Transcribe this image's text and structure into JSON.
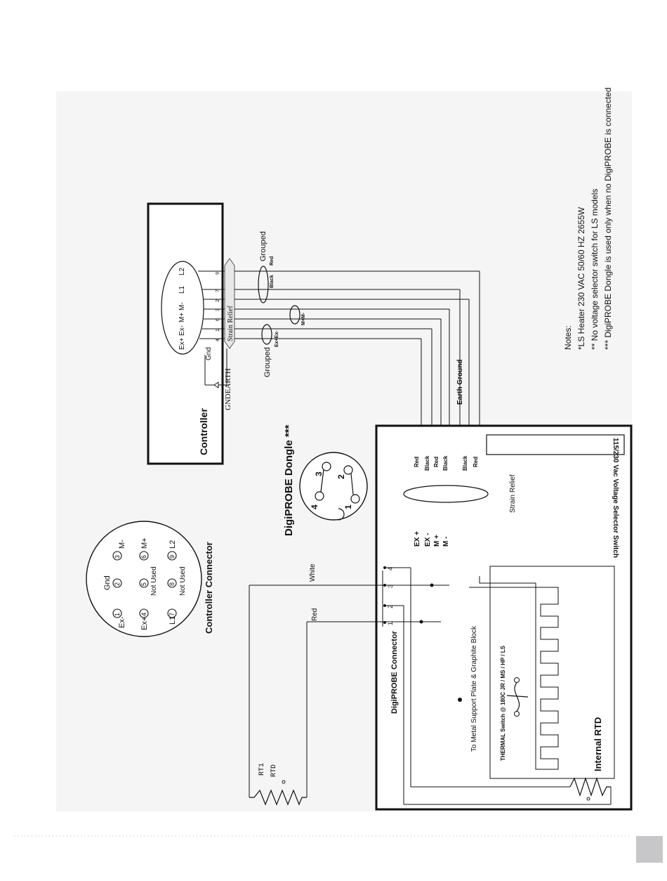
{
  "controller": {
    "title": "Controller",
    "terminals": [
      "Ex+",
      "Ex-",
      "M+",
      "M-",
      "L1",
      "L2"
    ],
    "pins": [
      "4",
      "1",
      "6",
      "3",
      "2",
      "7",
      "9"
    ],
    "strain_relief": "Strain Relief",
    "gnd": "Gnd",
    "gnd_earth": "GNDEARTH",
    "grouped_top": "Grouped",
    "grouped_bottom": "Grouped",
    "black": "Black",
    "red": "Red",
    "m_pair": "M+M-",
    "ex_pair": "Ex+Ex-"
  },
  "notes": {
    "title": "Notes:",
    "line1": "*LS Heater 230 VAC 50/60 HZ 2655W",
    "line2": "** No voltage selector switch for LS models",
    "line3": "***   DigiPROBE Dongle is used only when no DigiPROBE is connected"
  },
  "dongle": {
    "title": "DigiPROBE Dongle  ***",
    "pins": [
      "3",
      "2",
      "4",
      "1"
    ]
  },
  "connector": {
    "title": "Controller Connector",
    "pins": [
      {
        "num": "1",
        "label": "Ex-"
      },
      {
        "num": "2",
        "label": "Gnd"
      },
      {
        "num": "3",
        "label": "M-"
      },
      {
        "num": "4",
        "label": "Ex+"
      },
      {
        "num": "5",
        "label": "Not Used"
      },
      {
        "num": "6",
        "label": "M+"
      },
      {
        "num": "7",
        "label": "L1"
      },
      {
        "num": "8",
        "label": "Not Used"
      },
      {
        "num": "9",
        "label": "L2"
      }
    ]
  },
  "box": {
    "voltage_switch": "115/230 Vac  Voltage Selector Switch",
    "strain_relief": "Strain Relief",
    "earth_ground": "Earth Ground",
    "wire_colors": [
      "Red",
      "Black",
      "Red",
      "Black",
      "Black",
      "Red"
    ],
    "signals": [
      "EX +",
      "EX -",
      "M +",
      "M -"
    ],
    "digiprobe_connector": "DigiPROBE Connector",
    "conn_pins": [
      "1",
      "2",
      "3",
      "4"
    ],
    "white": "White",
    "red": "Red",
    "support": "To Metal Support Plate & Graphite Block",
    "thermal": "THERMAL  Switch @ 180C JR /  MS / HP / LS",
    "internal_rtd": "Internal RTD",
    "rt1": "RT1",
    "rtd": "RTD"
  },
  "colors": {
    "line": "#111111",
    "footer_gray": "#c7c7c9",
    "panel_bg": "#f3f3f3"
  }
}
